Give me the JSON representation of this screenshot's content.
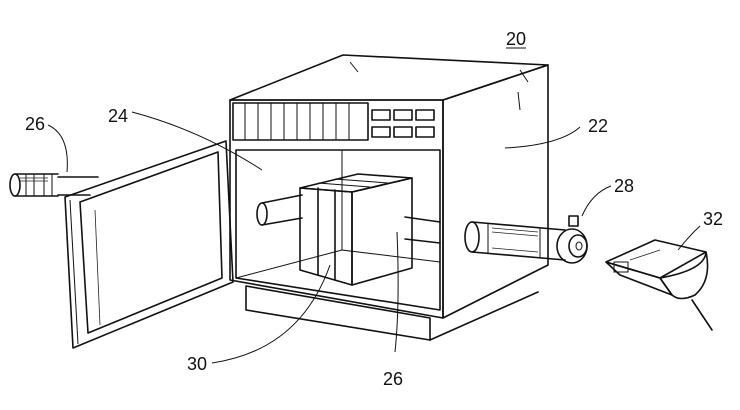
{
  "figure_number": "20",
  "reference_numerals": {
    "cabinet": "22",
    "chamber": "24",
    "shaft_left": "26",
    "shaft_bottom": "26",
    "coupling": "28",
    "stack": "30",
    "motor": "32"
  }
}
